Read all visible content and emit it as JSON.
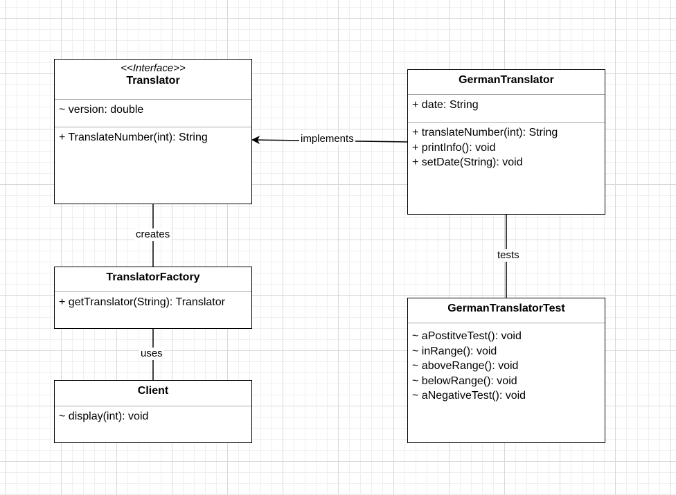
{
  "translator": {
    "stereotype": "<<Interface>>",
    "name": "Translator",
    "attributes": [
      "~ version: double"
    ],
    "methods": [
      "+ TranslateNumber(int): String"
    ]
  },
  "german_translator": {
    "name": "GermanTranslator",
    "attributes": [
      "+ date: String"
    ],
    "methods": [
      "+ translateNumber(int): String",
      "+ printInfo(): void",
      "+ setDate(String): void"
    ]
  },
  "translator_factory": {
    "name": "TranslatorFactory",
    "methods": [
      "+ getTranslator(String): Translator"
    ]
  },
  "client": {
    "name": "Client",
    "methods": [
      "~ display(int): void"
    ]
  },
  "german_translator_test": {
    "name": "GermanTranslatorTest",
    "methods": [
      "~ aPostitveTest(): void",
      "~ inRange(): void",
      "~ aboveRange(): void",
      "~ belowRange(): void",
      "~ aNegativeTest(): void"
    ]
  },
  "connectors": {
    "implements": "implements",
    "creates": "creates",
    "uses": "uses",
    "tests": "tests"
  }
}
